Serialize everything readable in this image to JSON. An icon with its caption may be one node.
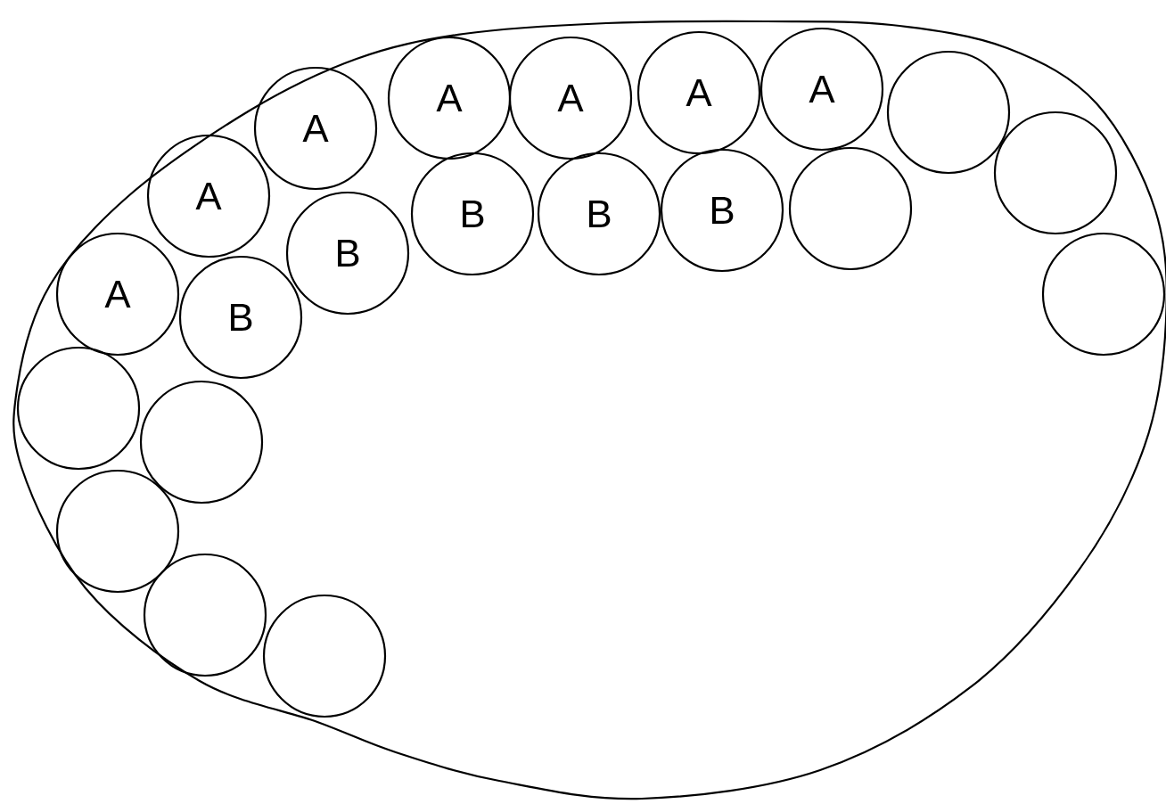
{
  "diagram": {
    "nodes": [
      {
        "text": [],
        "shape": "oval"
      },
      {
        "text": [
          "A"
        ],
        "in": 0
      },
      {
        "text": [
          "A"
        ],
        "in": 0
      },
      {
        "text": [
          "A"
        ],
        "in": 0
      },
      {
        "text": [
          "A"
        ],
        "in": 0
      },
      {
        "text": [
          "A"
        ],
        "in": 0
      },
      {
        "text": [
          "A"
        ],
        "in": 0
      },
      {
        "text": [
          "A"
        ],
        "in": 0
      },
      {
        "text": [
          "B"
        ],
        "in": 0
      },
      {
        "text": [
          "B"
        ],
        "in": 0
      },
      {
        "text": [
          "B"
        ],
        "in": 0
      },
      {
        "text": [
          "B"
        ],
        "in": 0
      },
      {
        "text": [
          "B"
        ],
        "in": 0
      },
      {
        "text": [],
        "shape": "circle",
        "in": 0
      },
      {
        "text": [],
        "shape": "circle",
        "in": 0
      },
      {
        "text": [],
        "shape": "circle",
        "in": 0
      },
      {
        "text": [],
        "shape": "circle",
        "in": 0
      },
      {
        "text": [],
        "shape": "circle",
        "in": 0
      },
      {
        "text": [],
        "shape": "circle",
        "in": 0
      },
      {
        "text": [],
        "shape": "circle",
        "in": 0
      },
      {
        "text": [],
        "shape": "circle",
        "in": 0
      },
      {
        "text": [],
        "shape": "circle",
        "in": 0
      }
    ]
  }
}
